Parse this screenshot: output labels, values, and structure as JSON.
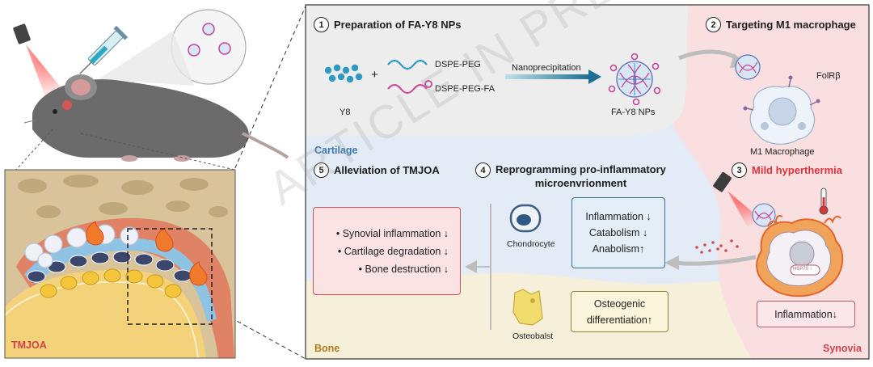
{
  "panel_left": {
    "disease_label": "TMJOA"
  },
  "step1": {
    "number": "1",
    "title": "Preparation of FA-Y8 NPs"
  },
  "step2": {
    "number": "2",
    "title": "Targeting M1 macrophage"
  },
  "step3": {
    "number": "3",
    "title": "Mild hyperthermia"
  },
  "step4": {
    "number": "4",
    "title_line1": "Reprogramming pro-inflammatory",
    "title_line2": "microenvrionment"
  },
  "step5": {
    "number": "5",
    "title": "Alleviation of TMJOA"
  },
  "prep": {
    "y8_label": "Y8",
    "plus": "+",
    "peg_label": "DSPE-PEG",
    "pegfa_label": "DSPE-PEG-FA",
    "process_label": "Nanoprecipitation",
    "product_label": "FA-Y8 NPs"
  },
  "macrophage": {
    "receptor_label": "FolRβ",
    "cell_label": "M1 Macrophage",
    "hsp_label": "HSP70 ↑"
  },
  "regions": {
    "cartilage": "Cartilage",
    "bone": "Bone",
    "synovia": "Synovia"
  },
  "chondrocyte": {
    "label": "Chondrocyte",
    "effects": [
      "Inflammation ↓",
      "Catabolism ↓",
      "Anabolism↑"
    ]
  },
  "osteoblast": {
    "label": "Osteobalst",
    "effects": [
      "Osteogenic",
      "differentiation↑"
    ]
  },
  "alleviation": {
    "items": [
      "• Synovial inflammation ↓",
      "• Cartilage degradation ↓",
      "• Bone destruction ↓"
    ]
  },
  "synovia_effect": "Inflammation↓",
  "watermark": "ARTICLE IN PRESS",
  "colors": {
    "cartilage_bg": "#e3ecf6",
    "bone_bg": "#f6efd9",
    "synovia_bg": "#f9dfe0",
    "prep_bg": "#ededed",
    "alleviation_border": "#d6515b",
    "alleviation_bg": "#fbe3e4",
    "chondro_border": "#3d6f8e",
    "chondro_bg": "#e4eef6",
    "osteo_border": "#8f8342",
    "osteo_bg": "#fbf5dc",
    "synovia_box_border": "#b25a6e",
    "synovia_box_bg": "#fbe7ea",
    "hyperthermia_text": "#d9343c",
    "region_cartilage_text": "#3b78b5",
    "region_bone_text": "#b07d1f",
    "region_synovia_text": "#d0434b"
  }
}
